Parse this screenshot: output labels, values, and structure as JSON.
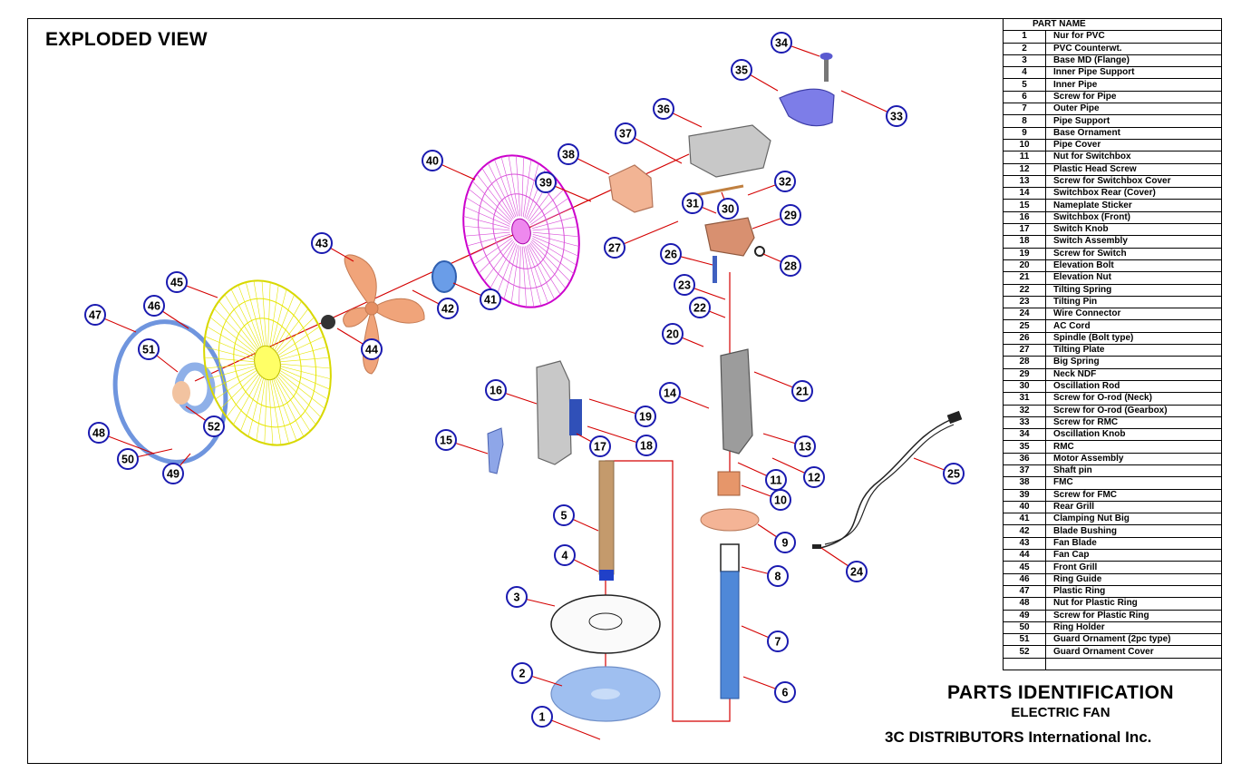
{
  "header": {
    "view_title": "EXPLODED VIEW"
  },
  "parts_table": {
    "column_header": "PART NAME",
    "rows": [
      {
        "no": "1",
        "name": "Nur for PVC"
      },
      {
        "no": "2",
        "name": "PVC Counterwt."
      },
      {
        "no": "3",
        "name": "Base MD (Flange)"
      },
      {
        "no": "4",
        "name": "Inner Pipe Support"
      },
      {
        "no": "5",
        "name": "Inner Pipe"
      },
      {
        "no": "6",
        "name": "Screw for Pipe"
      },
      {
        "no": "7",
        "name": "Outer Pipe"
      },
      {
        "no": "8",
        "name": "Pipe Support"
      },
      {
        "no": "9",
        "name": "Base Ornament"
      },
      {
        "no": "10",
        "name": "Pipe Cover"
      },
      {
        "no": "11",
        "name": "Nut for Switchbox"
      },
      {
        "no": "12",
        "name": "Plastic Head Screw"
      },
      {
        "no": "13",
        "name": "Screw for Switchbox Cover"
      },
      {
        "no": "14",
        "name": "Switchbox Rear (Cover)"
      },
      {
        "no": "15",
        "name": "Nameplate Sticker"
      },
      {
        "no": "16",
        "name": "Switchbox (Front)"
      },
      {
        "no": "17",
        "name": "Switch Knob"
      },
      {
        "no": "18",
        "name": "Switch Assembly"
      },
      {
        "no": "19",
        "name": "Screw for Switch"
      },
      {
        "no": "20",
        "name": "Elevation Bolt"
      },
      {
        "no": "21",
        "name": "Elevation Nut"
      },
      {
        "no": "22",
        "name": "Tilting Spring"
      },
      {
        "no": "23",
        "name": "Tilting Pin"
      },
      {
        "no": "24",
        "name": "Wire Connector"
      },
      {
        "no": "25",
        "name": "AC Cord"
      },
      {
        "no": "26",
        "name": "Spindle (Bolt type)"
      },
      {
        "no": "27",
        "name": "Tilting Plate"
      },
      {
        "no": "28",
        "name": "Big Spring"
      },
      {
        "no": "29",
        "name": "Neck NDF"
      },
      {
        "no": "30",
        "name": "Oscillation Rod"
      },
      {
        "no": "31",
        "name": "Screw for O-rod (Neck)"
      },
      {
        "no": "32",
        "name": "Screw for O-rod (Gearbox)"
      },
      {
        "no": "33",
        "name": "Screw for RMC"
      },
      {
        "no": "34",
        "name": "Oscillation Knob"
      },
      {
        "no": "35",
        "name": "RMC"
      },
      {
        "no": "36",
        "name": "Motor Assembly"
      },
      {
        "no": "37",
        "name": "Shaft pin"
      },
      {
        "no": "38",
        "name": "FMC"
      },
      {
        "no": "39",
        "name": "Screw for FMC"
      },
      {
        "no": "40",
        "name": "Rear Grill"
      },
      {
        "no": "41",
        "name": "Clamping Nut Big"
      },
      {
        "no": "42",
        "name": "Blade Bushing"
      },
      {
        "no": "43",
        "name": "Fan Blade"
      },
      {
        "no": "44",
        "name": "Fan Cap"
      },
      {
        "no": "45",
        "name": "Front Grill"
      },
      {
        "no": "46",
        "name": "Ring Guide"
      },
      {
        "no": "47",
        "name": "Plastic Ring"
      },
      {
        "no": "48",
        "name": "Nut for Plastic Ring"
      },
      {
        "no": "49",
        "name": "Screw for Plastic Ring"
      },
      {
        "no": "50",
        "name": "Ring Holder"
      },
      {
        "no": "51",
        "name": "Guard Ornament (2pc type)"
      },
      {
        "no": "52",
        "name": "Guard Ornament Cover"
      }
    ]
  },
  "title_block": {
    "main_title": "PARTS IDENTIFICATION",
    "sub_title": "ELECTRIC FAN",
    "company": "3C DISTRIBUTORS International Inc."
  },
  "callouts": [
    "1",
    "2",
    "3",
    "4",
    "5",
    "6",
    "7",
    "8",
    "9",
    "10",
    "11",
    "12",
    "13",
    "14",
    "15",
    "16",
    "17",
    "18",
    "19",
    "20",
    "21",
    "22",
    "23",
    "24",
    "25",
    "26",
    "27",
    "28",
    "29",
    "30",
    "31",
    "32",
    "33",
    "34",
    "35",
    "36",
    "37",
    "38",
    "39",
    "40",
    "41",
    "42",
    "43",
    "44",
    "45",
    "46",
    "47",
    "48",
    "49",
    "50",
    "51",
    "52"
  ],
  "colors": {
    "callout_ring": "#1a1ab0",
    "leader_line": "#d40000",
    "front_grill": "#e6e600",
    "rear_grill": "#cc00cc",
    "fan_blade": "#f0a47a",
    "pipe_blue": "#4f88d8",
    "inner_pipe": "#c49a6c",
    "ring_blue": "#8fb0e8"
  }
}
